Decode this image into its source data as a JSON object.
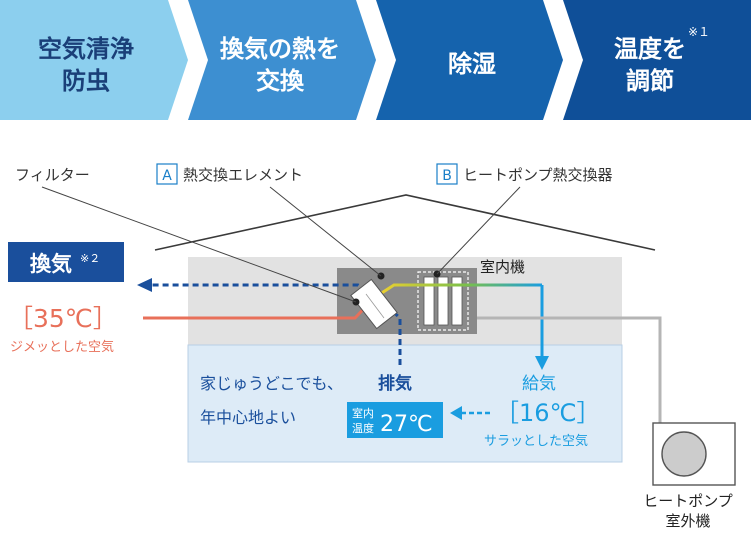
{
  "steps": [
    {
      "line1": "空気清浄",
      "line2": "防虫",
      "color": "#8ccfee",
      "text_color": "#1a3f78"
    },
    {
      "line1": "換気の熱を",
      "line2": "交換",
      "color": "#3d8fd1",
      "text_color": "#ffffff"
    },
    {
      "line1": "除湿",
      "line2": "",
      "color": "#1563ad",
      "text_color": "#ffffff"
    },
    {
      "line1": "温度を",
      "line2": "調節",
      "note": "※１",
      "color": "#0f4f98",
      "text_color": "#ffffff"
    }
  ],
  "labels": {
    "filter": "フィルター",
    "element_badge": "A",
    "element": "熱交換エレメント",
    "heatpump_badge": "B",
    "heatpump_exchanger": "ヒートポンプ熱交換器",
    "indoor_unit": "室内機",
    "outdoor_unit_line1": "ヒートポンプ",
    "outdoor_unit_line2": "室外機"
  },
  "ventilation": {
    "label": "換気",
    "note": "※２",
    "temp": "［35℃］",
    "desc": "ジメッとした空気"
  },
  "exhaust": {
    "label": "排気"
  },
  "supply": {
    "label": "給気",
    "temp": "［16℃］",
    "desc": "サラッとした空気"
  },
  "room": {
    "message_line1": "家じゅうどこでも、",
    "message_line2": "年中心地よい",
    "temp_label_line1": "室内",
    "temp_label_line2": "温度",
    "temp_value": "27℃"
  },
  "colors": {
    "dark_blue": "#1a4f9c",
    "light_blue": "#1a9de0",
    "orange": "#e8705a",
    "green": "#7ac04a",
    "yellow": "#f4d12e",
    "gray": "#b5b5b5"
  }
}
